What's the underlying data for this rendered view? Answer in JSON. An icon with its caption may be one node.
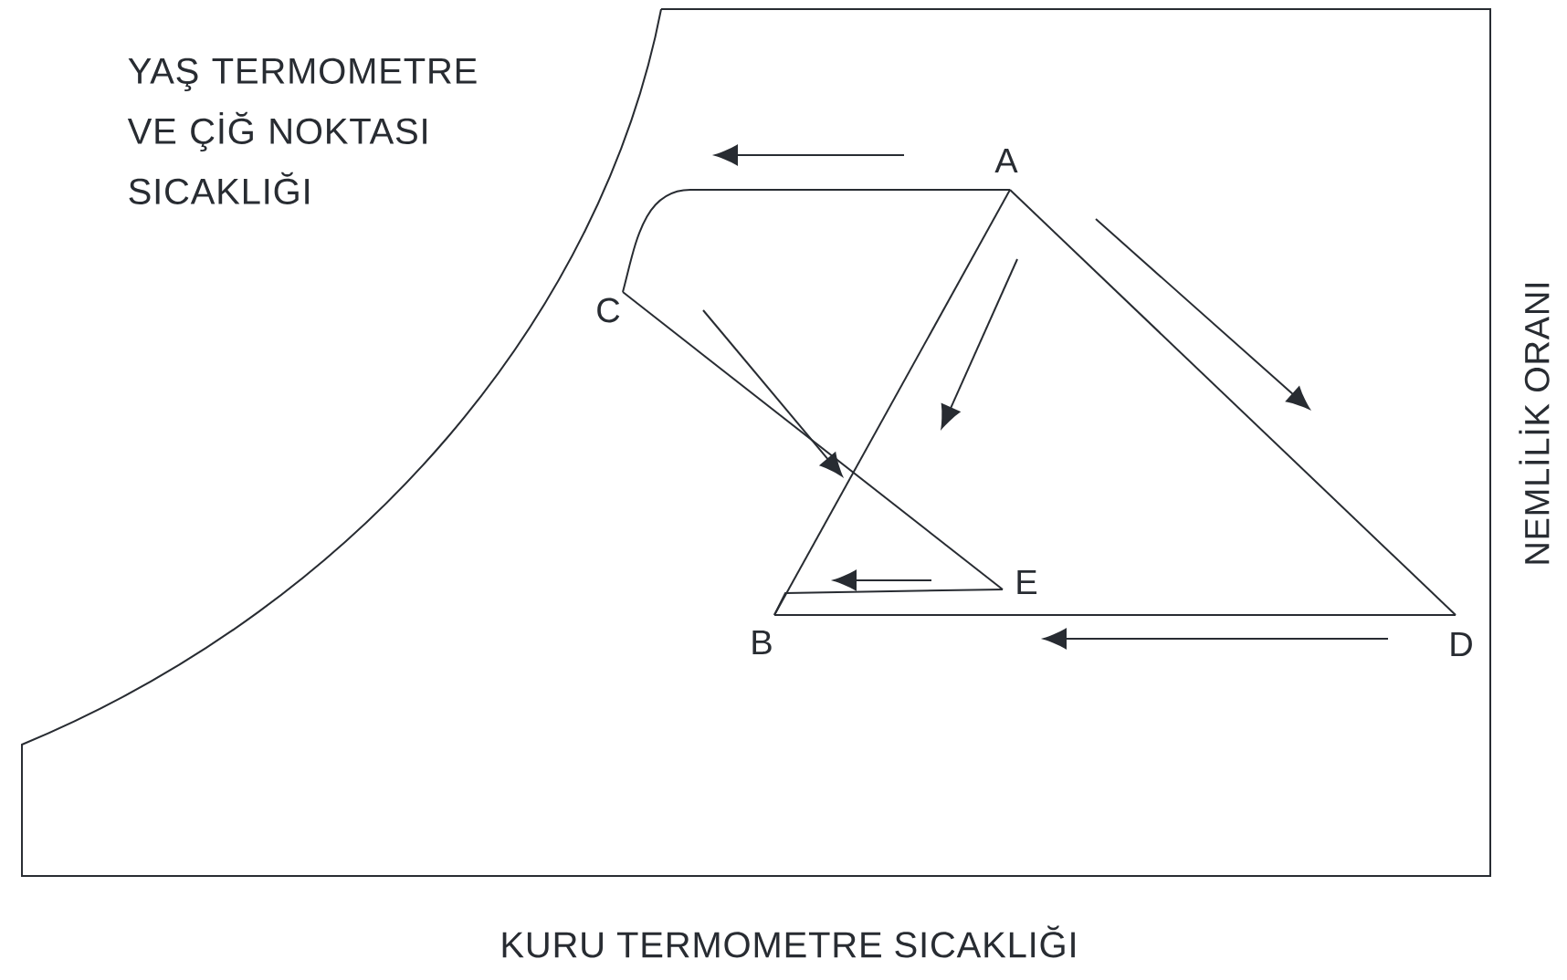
{
  "diagram": {
    "nodes": [
      {
        "text": [
          "A"
        ]
      },
      {
        "text": [
          "C"
        ]
      },
      {
        "text": [
          "E"
        ]
      },
      {
        "text": [
          "B"
        ]
      },
      {
        "text": [
          "D"
        ]
      }
    ],
    "edges": [
      {
        "from": 0,
        "to": 1,
        "arrow": "none"
      },
      {
        "from": 0,
        "to": 3,
        "arrow": "none"
      },
      {
        "from": 0,
        "to": 4,
        "arrow": "none"
      },
      {
        "from": 1,
        "to": 2,
        "arrow": "none"
      },
      {
        "from": 2,
        "to": 3,
        "arrow": "none"
      },
      {
        "from": 4,
        "to": 3,
        "arrow": "none"
      }
    ],
    "labels": [
      "YAŞ TERMOMETRE VE ÇİĞ NOKTASI SICAKLIĞI",
      "NEMLİLİK ORANI",
      "KURU TERMOMETRE SICAKLIĞI"
    ]
  }
}
